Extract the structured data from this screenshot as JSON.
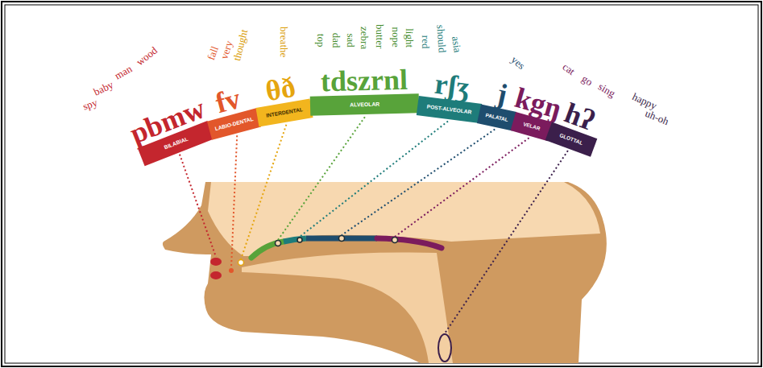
{
  "diagram": {
    "nodes": [
      {
        "text": [
          "BILABIAL",
          "pbmw"
        ]
      },
      {
        "text": [
          "LABIO-DENTAL",
          "fv"
        ]
      },
      {
        "text": [
          "INTERDENTAL",
          "θð"
        ]
      },
      {
        "text": [
          "ALVEOLAR",
          "tdszrnl"
        ]
      },
      {
        "text": [
          "POST-ALVEOLAR",
          "rʃʒ"
        ]
      },
      {
        "text": [
          "PALATAL",
          "j"
        ]
      },
      {
        "text": [
          "VELAR",
          "kgŋ"
        ]
      },
      {
        "text": [
          "GLOTTAL",
          "hʔ"
        ]
      }
    ],
    "labels": [
      "spy",
      "baby",
      "man",
      "wood",
      "fall",
      "very",
      "thought",
      "breathe",
      "top",
      "dad",
      "sad",
      "zebra",
      "butter",
      "nope",
      "light",
      "red",
      "should",
      "asia",
      "yes",
      "cat",
      "go",
      "sing",
      "happy",
      "uh-oh"
    ]
  }
}
